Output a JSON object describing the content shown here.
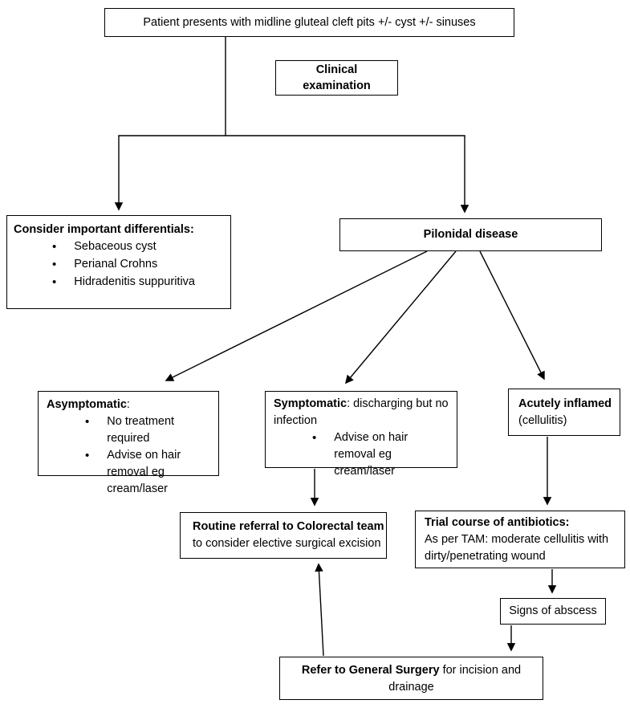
{
  "diagram": {
    "background": "#ffffff",
    "line_color": "#000000",
    "text_color": "#000000",
    "nodes": {
      "presenting": {
        "text": "Patient presents with midline gluteal cleft pits +/- cyst +/- sinuses"
      },
      "clinical_exam": {
        "text": "Clinical examination"
      },
      "differentials": {
        "title": "Consider important differentials:",
        "bullets": [
          "Sebaceous cyst",
          "Perianal Crohns",
          "Hidradenitis suppuritiva"
        ]
      },
      "pilonidal": {
        "text": "Pilonidal disease"
      },
      "asymptomatic": {
        "title": "Asymptomatic",
        "title_rest": ":",
        "bullets": [
          "No treatment required",
          "Advise on hair removal eg cream/laser"
        ]
      },
      "symptomatic": {
        "title": "Symptomatic",
        "title_rest": ": discharging but no",
        "title_line2": "infection",
        "bullets": [
          "Advise on hair removal eg cream/laser"
        ]
      },
      "acutely_inflamed": {
        "title": "Acutely inflamed",
        "subtitle": "(cellulitis)"
      },
      "routine_referral": {
        "title": "Routine referral to Colorectal team",
        "subtitle": "to consider elective surgical excision"
      },
      "antibiotics": {
        "title": "Trial course of antibiotics:",
        "body_line1": "As per TAM: moderate cellulitis with",
        "body_line2": "dirty/penetrating wound"
      },
      "abscess": {
        "text": "Signs of abscess"
      },
      "general_surgery": {
        "title": "Refer to General Surgery",
        "title_rest": " for incision and",
        "line2": "drainage"
      }
    }
  }
}
